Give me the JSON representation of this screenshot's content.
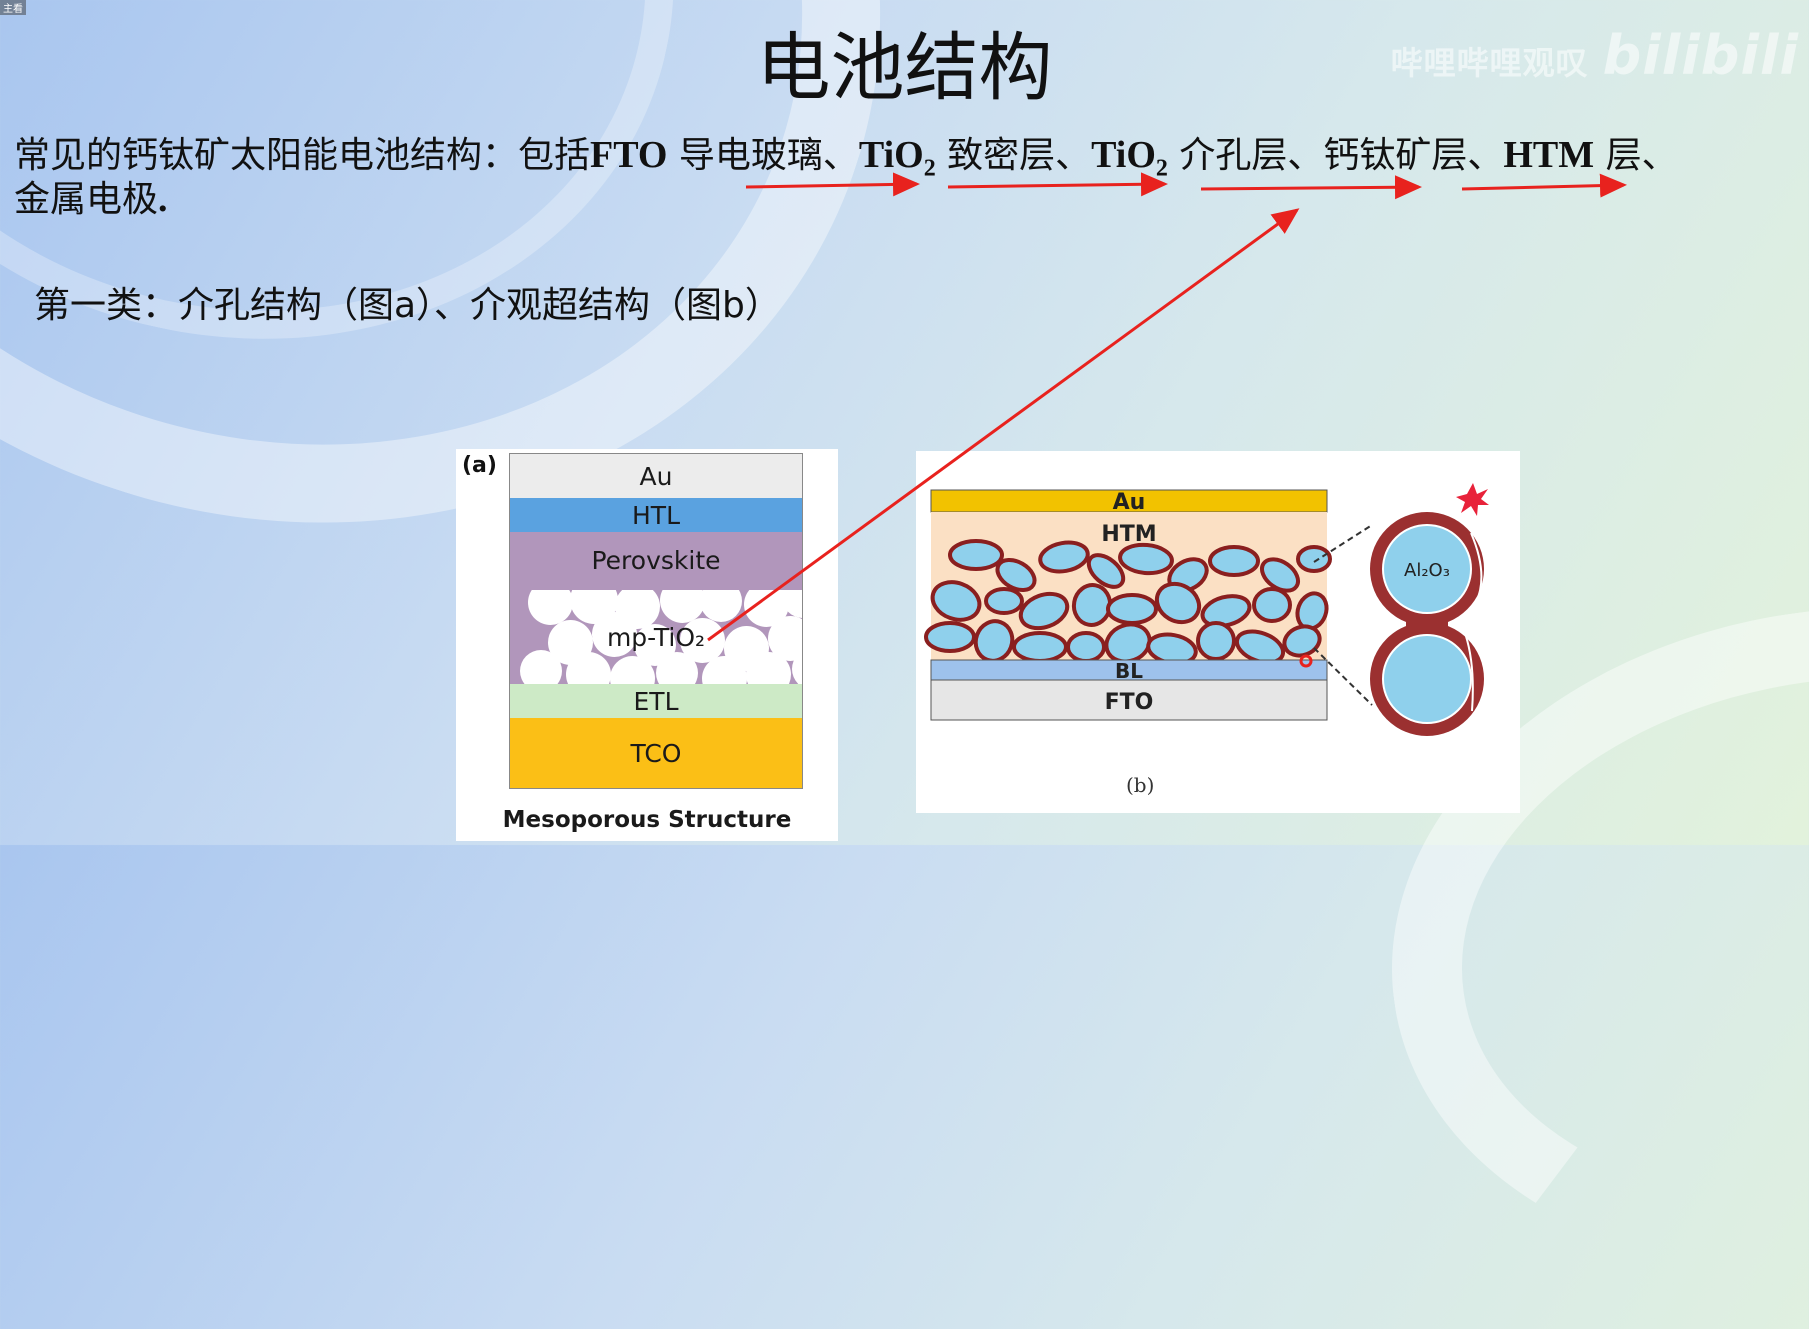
{
  "corner_tag": "主看",
  "title": "电池结构",
  "watermark": {
    "text": "哔哩哔哩观叹",
    "logo": "bilibili"
  },
  "structure_line": {
    "prefix": "常见的钙钛矿太阳能电池结构：包括",
    "fto": "FTO",
    "fto_desc": " 导电玻璃、",
    "tio2_a": "TiO",
    "tio2_a_sub": "2",
    "dense_desc": " 致密层、",
    "tio2_b": "TiO",
    "tio2_b_sub": "2",
    "meso_desc": " 介孔层、钙钛矿层、",
    "htm": "HTM",
    "htm_desc": " 层、",
    "line2": "金属电极",
    "line2_period": "."
  },
  "category_line": "第一类：介孔结构（图a）、介观超结构（图b）",
  "figure_a": {
    "panel_label": "(a)",
    "layers": [
      {
        "label": "Au",
        "color": "#ececec"
      },
      {
        "label": "HTL",
        "color": "#5aa2e0"
      },
      {
        "label": "Perovskite",
        "color": "#b196bb"
      },
      {
        "label": "mp-TiO₂",
        "color": "#b196bb"
      },
      {
        "label": "ETL",
        "color": "#cdeac6"
      },
      {
        "label": "TCO",
        "color": "#fbbf16"
      }
    ],
    "caption": "Mesoporous Structure"
  },
  "figure_b": {
    "layers": {
      "au": "Au",
      "htm": "HTM",
      "bl": "BL",
      "fto": "FTO"
    },
    "particle_label": "Al₂O₃",
    "caption": "(b)"
  },
  "colors": {
    "arrow": "#e8221e",
    "au_b": "#f2c200",
    "htm_b": "#fbe0c4",
    "bl_b": "#9ec2ec",
    "fto_b": "#e6e6e6",
    "particle_fill": "#8fd0ec",
    "particle_edge": "#8a1f1f"
  }
}
